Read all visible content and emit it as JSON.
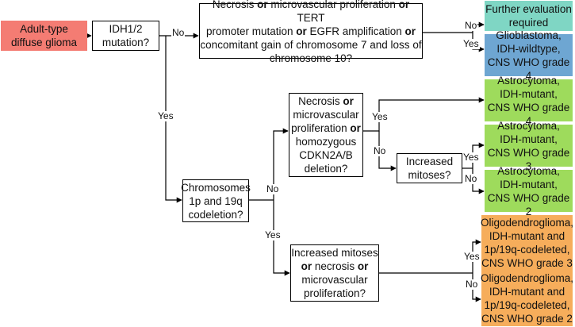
{
  "colors": {
    "start": "#f47c73",
    "further": "#7fd6c4",
    "glioblastoma": "#6ea6d2",
    "astrocytoma": "#9edb5c",
    "oligodendroglioma": "#f6ad5b",
    "line": "#000000"
  },
  "nodes": {
    "start": {
      "lines": [
        "Adult-type",
        "diffuse glioma"
      ]
    },
    "idh": {
      "lines": [
        "IDH1/2",
        "mutation?"
      ]
    },
    "wildtype_q": {
      "parts": [
        {
          "t": "Necrosis ",
          "b": false
        },
        {
          "t": "or",
          "b": true
        },
        {
          "t": " microvascular proliferation ",
          "b": false
        },
        {
          "t": "or",
          "b": true
        },
        {
          "t": " TERT",
          "b": false
        },
        {
          "br": true
        },
        {
          "t": "promoter mutation ",
          "b": false
        },
        {
          "t": "or",
          "b": true
        },
        {
          "t": " EGFR amplification ",
          "b": false
        },
        {
          "t": "or",
          "b": true
        },
        {
          "br": true
        },
        {
          "t": "concomitant gain of chromosome 7 and loss of",
          "b": false
        },
        {
          "br": true
        },
        {
          "t": "chromosome 10?",
          "b": false
        }
      ]
    },
    "further": {
      "lines": [
        "Further evaluation",
        "required"
      ]
    },
    "gbm": {
      "lines": [
        "Glioblastoma,",
        "IDH-wildtype,",
        "CNS WHO grade 4"
      ]
    },
    "codel": {
      "lines": [
        "Chromosomes",
        "1p and 19q",
        "codeletion?"
      ]
    },
    "astro_q": {
      "parts": [
        {
          "t": "Necrosis ",
          "b": false
        },
        {
          "t": "or",
          "b": true
        },
        {
          "br": true
        },
        {
          "t": "microvascular",
          "b": false
        },
        {
          "br": true
        },
        {
          "t": "proliferation ",
          "b": false
        },
        {
          "t": "or",
          "b": true
        },
        {
          "br": true
        },
        {
          "t": "homozygous",
          "b": false
        },
        {
          "br": true
        },
        {
          "t": "CDKN2A/B",
          "b": false
        },
        {
          "br": true
        },
        {
          "t": "deletion?",
          "b": false
        }
      ]
    },
    "mitoses": {
      "lines": [
        "Increased",
        "mitoses?"
      ]
    },
    "astro4": {
      "lines": [
        "Astrocytoma,",
        "IDH-mutant,",
        "CNS WHO grade 4"
      ]
    },
    "astro3": {
      "lines": [
        "Astrocytoma,",
        "IDH-mutant,",
        "CNS WHO grade 3"
      ]
    },
    "astro2": {
      "lines": [
        "Astrocytoma,",
        "IDH-mutant,",
        "CNS WHO grade 2"
      ]
    },
    "oligo_q": {
      "parts": [
        {
          "t": "Increased mitoses",
          "b": false
        },
        {
          "br": true
        },
        {
          "t": "or",
          "b": true
        },
        {
          "t": " necrosis ",
          "b": false
        },
        {
          "t": "or",
          "b": true
        },
        {
          "br": true
        },
        {
          "t": "microvascular",
          "b": false
        },
        {
          "br": true
        },
        {
          "t": "proliferation?",
          "b": false
        }
      ]
    },
    "oligo3": {
      "lines": [
        "Oligodendroglioma,",
        "IDH-mutant and",
        "1p/19q-codeleted,",
        "CNS WHO grade 3"
      ]
    },
    "oligo2": {
      "lines": [
        "Oligodendroglioma,",
        "IDH-mutant and",
        "1p/19q-codeleted,",
        "CNS WHO grade 2"
      ]
    }
  },
  "edge_labels": {
    "idh_no": "No",
    "idh_yes": "Yes",
    "wt_no": "No",
    "wt_yes": "Yes",
    "codel_no": "No",
    "codel_yes": "Yes",
    "astro_yes": "Yes",
    "astro_no": "No",
    "mit_yes": "Yes",
    "mit_no": "No",
    "oligo_yes": "Yes",
    "oligo_no": "No"
  }
}
